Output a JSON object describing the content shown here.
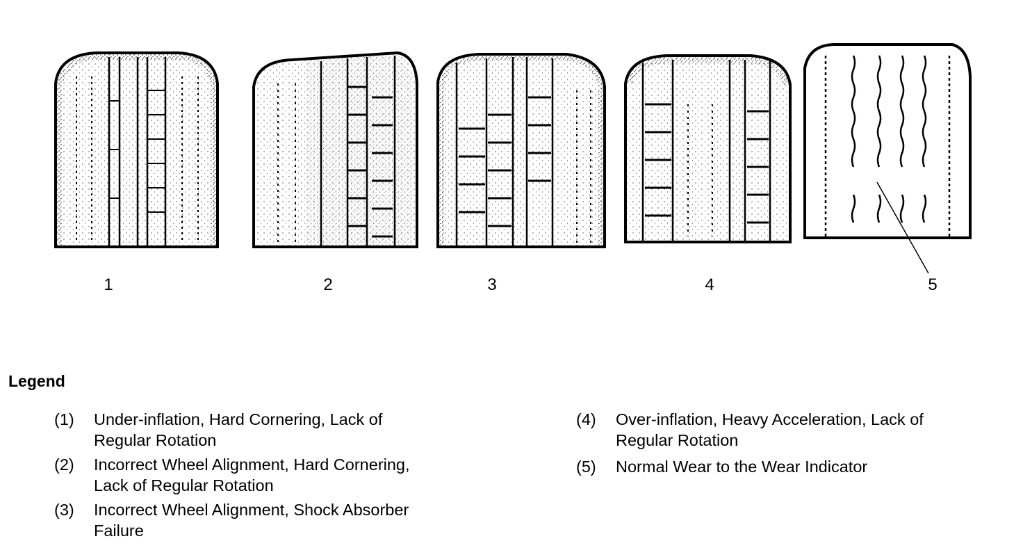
{
  "tires": [
    {
      "number": "1"
    },
    {
      "number": "2"
    },
    {
      "number": "3"
    },
    {
      "number": "4"
    },
    {
      "number": "5"
    }
  ],
  "legend": {
    "title": "Legend",
    "items": [
      {
        "num": "(1)",
        "line1": "Under-inflation, Hard Cornering, Lack of",
        "line2": "Regular Rotation"
      },
      {
        "num": "(2)",
        "line1": "Incorrect Wheel Alignment, Hard Cornering,",
        "line2": "Lack of Regular Rotation"
      },
      {
        "num": "(3)",
        "line1": "Incorrect Wheel Alignment, Shock Absorber",
        "line2": "Failure"
      },
      {
        "num": "(4)",
        "line1": "Over-inflation, Heavy Acceleration, Lack of",
        "line2": "Regular Rotation"
      },
      {
        "num": "(5)",
        "line1": "Normal Wear to the Wear Indicator",
        "line2": ""
      }
    ]
  }
}
